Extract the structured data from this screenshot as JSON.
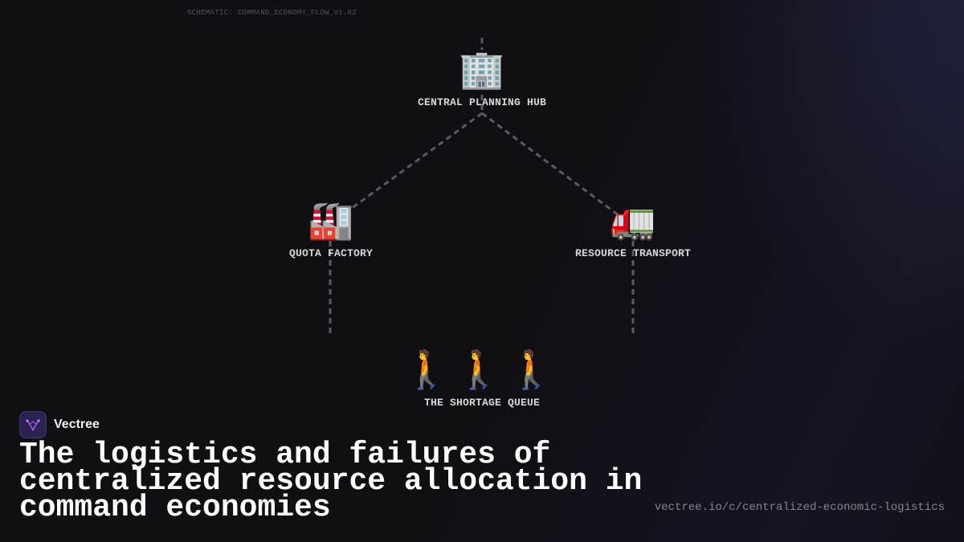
{
  "schematic_label": "SCHEMATIC: COMMAND_ECONOMY_FLOW_V1.02",
  "nodes": {
    "hub": {
      "icon": "🏢",
      "icon_name": "office-building-icon",
      "label": "CENTRAL PLANNING HUB"
    },
    "factory": {
      "icon": "🏭",
      "icon_name": "factory-icon",
      "label": "QUOTA FACTORY"
    },
    "transport": {
      "icon": "🚛",
      "icon_name": "truck-icon",
      "label": "RESOURCE TRANSPORT"
    },
    "queue": {
      "icon": "🚶🚶🚶",
      "icon_name": "walking-people-icon",
      "label": "THE SHORTAGE QUEUE"
    }
  },
  "edges": [
    {
      "from": "hub",
      "to": "factory"
    },
    {
      "from": "hub",
      "to": "transport"
    },
    {
      "from": "factory",
      "to": "queue"
    },
    {
      "from": "transport",
      "to": "queue"
    }
  ],
  "brand": {
    "name": "Vectree",
    "logo_color": "#2a2350",
    "accent": "#a855f7"
  },
  "headline": "The logistics and failures of centralized resource allocation in command economies",
  "url": "vectree.io/c/centralized-economic-logistics",
  "colors": {
    "background": "#100f14",
    "connector": "#5a5a62",
    "label": "#d7d7dc"
  }
}
